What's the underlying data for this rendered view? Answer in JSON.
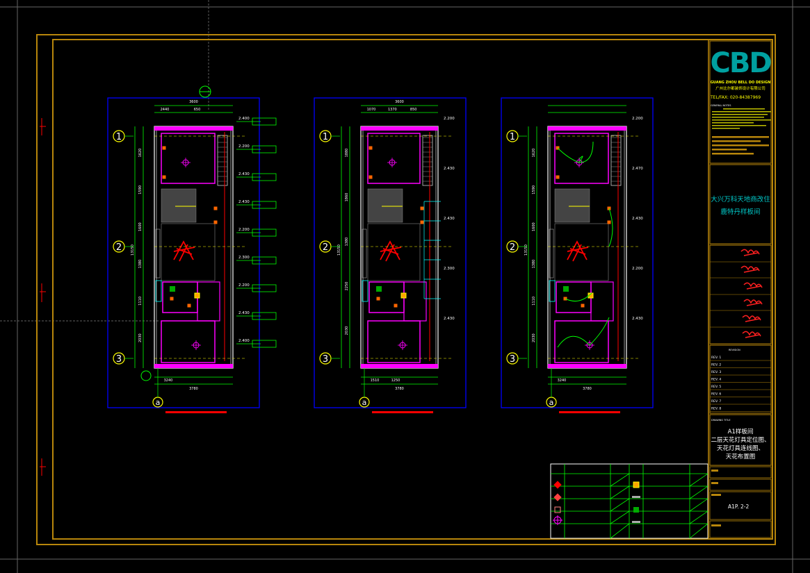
{
  "title_block": {
    "logo": "CBD",
    "company_en": "GUANG ZHOU BELL DO DESIGN",
    "company_cn": "广州比尔都装饰设计有限公司",
    "tel": "TEL/FAX: 020-84387969",
    "general_notes_label": "GENERAL NOTES",
    "project_name": "大兴万科天地商改住",
    "room_name": "鹿特丹样板间",
    "revision_label": "REVISION",
    "revisions": [
      "REV. 1",
      "REV. 2",
      "REV. 3",
      "REV. 4",
      "REV. 5",
      "REV. 6",
      "REV. 7",
      "REV. 8"
    ],
    "drawing_title_label": "DRAWING TITLE",
    "drawing_title_lines": [
      "A1样板间",
      "二层天花灯具定位图、",
      "天花灯具连线图、",
      "天花布置图"
    ],
    "drawing_no": "A1P. 2-2"
  },
  "plans": [
    {
      "dims_top": [
        "3600",
        "2440",
        "650"
      ],
      "dims_bottom": [
        "3240",
        "3780"
      ],
      "dims_left": [
        "1620",
        "1590",
        "1600",
        "1380",
        "1110",
        "2030"
      ],
      "total_left": "13150",
      "heights": [
        "2.400",
        "2.200",
        "2.430",
        "2.430",
        "2.200",
        "2.300",
        "2.200",
        "2.430",
        "2.400"
      ]
    },
    {
      "dims_top": [
        "3600",
        "1070",
        "1370",
        "850"
      ],
      "dims_bottom": [
        "1510",
        "1250",
        "3780"
      ],
      "dims_left": [
        "1880",
        "1860",
        "1380",
        "2250",
        "2030"
      ],
      "total_left": "13150",
      "heights": [
        "2.200",
        "2.430",
        "2.430",
        "2.300",
        "2.430"
      ]
    },
    {
      "dims_top": [],
      "dims_bottom": [
        "3240",
        "3780"
      ],
      "dims_left": [
        "1620",
        "1590",
        "1600",
        "1380",
        "1110",
        "2030"
      ],
      "total_left": "13150",
      "heights": [
        "2.200",
        "2.470",
        "2.430",
        "2.200",
        "2.430"
      ]
    }
  ],
  "axis_labels": [
    "1",
    "2",
    "3",
    "a"
  ],
  "colors": {
    "frame": "#b8860b",
    "walls": "#ff00ff",
    "dims": "#00ff00",
    "grid": "#ffff00",
    "axis_box": "#0000ff",
    "red": "#ff0000",
    "cyan": "#00ffff",
    "title_text": "#00c8c8"
  }
}
